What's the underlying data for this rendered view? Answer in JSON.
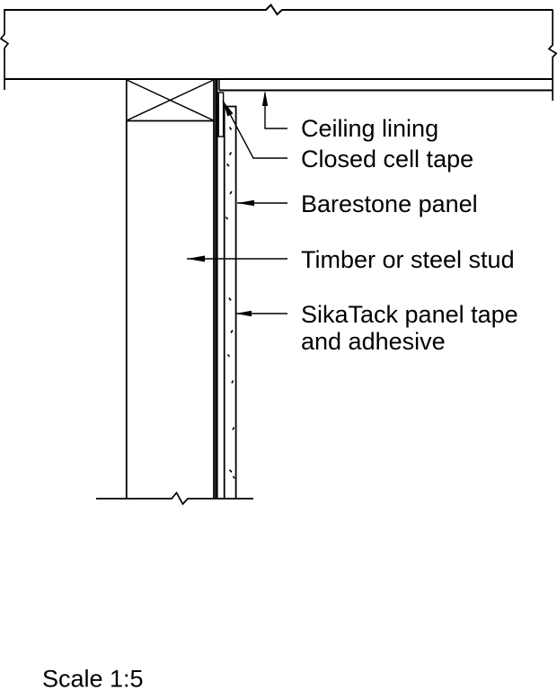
{
  "page": {
    "background_color": "#ffffff",
    "line_color": "#000000"
  },
  "drawing": {
    "type": "construction-detail-section",
    "components": [
      "ceiling slab",
      "ceiling lining",
      "top plate nogging",
      "timber or steel stud",
      "sikatack tape",
      "closed cell tape",
      "barestone panel"
    ],
    "callouts": [
      {
        "id": "ceiling-lining",
        "label": "Ceiling lining"
      },
      {
        "id": "closed-cell-tape",
        "label": "Closed cell tape"
      },
      {
        "id": "barestone-panel",
        "label": "Barestone panel"
      },
      {
        "id": "timber-or-steel-stud",
        "label": "Timber or steel stud"
      },
      {
        "id": "sikatack-panel-tape",
        "label": "SikaTack panel tape",
        "label_line2": "and adhesive"
      }
    ],
    "scale_note": "Scale 1:5"
  }
}
